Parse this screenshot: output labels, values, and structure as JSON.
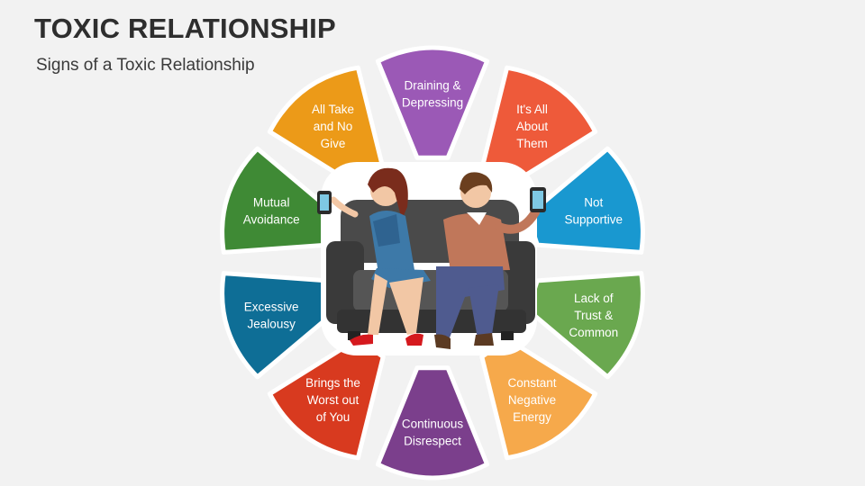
{
  "title": "TOXIC RELATIONSHIP",
  "subtitle": "Signs of a Toxic Relationship",
  "signs": [
    {
      "lines": [
        "Draining &",
        "Depressing"
      ],
      "color": "#9b59b6"
    },
    {
      "lines": [
        "It's All",
        "About",
        "Them"
      ],
      "color": "#ee5a3a"
    },
    {
      "lines": [
        "Not",
        "Supportive"
      ],
      "color": "#1998d0"
    },
    {
      "lines": [
        "Lack of",
        "Trust &",
        "Common"
      ],
      "color": "#6aa84f"
    },
    {
      "lines": [
        "Constant",
        "Negative",
        "Energy"
      ],
      "color": "#f6a94b"
    },
    {
      "lines": [
        "Continuous",
        "Disrespect"
      ],
      "color": "#7b3f8c"
    },
    {
      "lines": [
        "Brings the",
        "Worst out",
        "of You"
      ],
      "color": "#d83a1f"
    },
    {
      "lines": [
        "Excessive",
        "Jealousy"
      ],
      "color": "#0e6e96"
    },
    {
      "lines": [
        "Mutual",
        "Avoidance"
      ],
      "color": "#3f8a35"
    },
    {
      "lines": [
        "All Take",
        "and No",
        "Give"
      ],
      "color": "#ec9a18"
    }
  ],
  "icons": {
    "illustration": "couple-on-sofa-with-phones-icon"
  }
}
